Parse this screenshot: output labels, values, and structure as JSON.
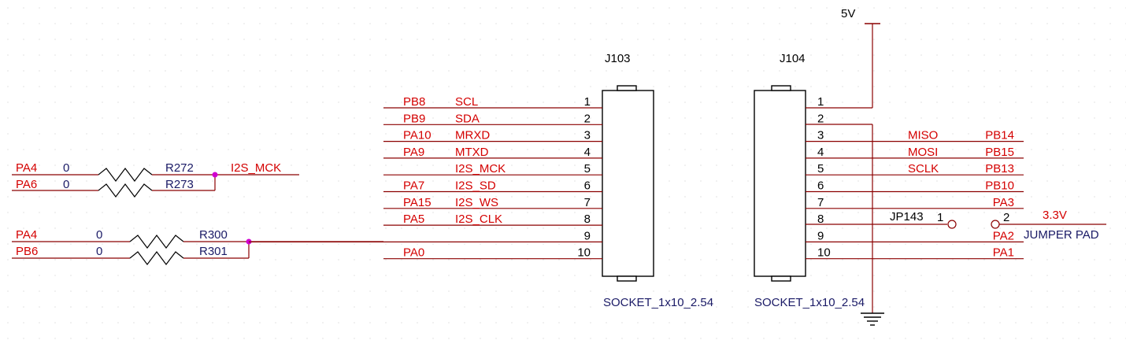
{
  "power": {
    "vcc": "5V",
    "v33": "3.3V"
  },
  "j103": {
    "ref": "J103",
    "footprint": "SOCKET_1x10_2.54",
    "pins": [
      {
        "num": "1",
        "net": "PB8",
        "func": "SCL"
      },
      {
        "num": "2",
        "net": "PB9",
        "func": "SDA"
      },
      {
        "num": "3",
        "net": "PA10",
        "func": "MRXD"
      },
      {
        "num": "4",
        "net": "PA9",
        "func": "MTXD"
      },
      {
        "num": "5",
        "net": "",
        "func": "I2S_MCK"
      },
      {
        "num": "6",
        "net": "PA7",
        "func": "I2S_SD"
      },
      {
        "num": "7",
        "net": "PA15",
        "func": "I2S_WS"
      },
      {
        "num": "8",
        "net": "PA5",
        "func": "I2S_CLK"
      },
      {
        "num": "9",
        "net": "",
        "func": ""
      },
      {
        "num": "10",
        "net": "PA0",
        "func": ""
      }
    ]
  },
  "j104": {
    "ref": "J104",
    "footprint": "SOCKET_1x10_2.54",
    "pins": [
      {
        "num": "1",
        "net": "",
        "func": ""
      },
      {
        "num": "2",
        "net": "",
        "func": ""
      },
      {
        "num": "3",
        "net": "PB14",
        "func": "MISO"
      },
      {
        "num": "4",
        "net": "PB15",
        "func": "MOSI"
      },
      {
        "num": "5",
        "net": "PB13",
        "func": "SCLK"
      },
      {
        "num": "6",
        "net": "PB10",
        "func": ""
      },
      {
        "num": "7",
        "net": "PA3",
        "func": ""
      },
      {
        "num": "8",
        "net": "",
        "func": ""
      },
      {
        "num": "9",
        "net": "PA2",
        "func": ""
      },
      {
        "num": "10",
        "net": "PA1",
        "func": ""
      }
    ]
  },
  "resistors": {
    "r272": {
      "ref": "R272",
      "net": "PA4",
      "value": "0"
    },
    "r273": {
      "ref": "R273",
      "net": "PA6",
      "value": "0"
    },
    "r300": {
      "ref": "R300",
      "net": "PA4",
      "value": "0"
    },
    "r301": {
      "ref": "R301",
      "net": "PB6",
      "value": "0"
    },
    "mck_net": "I2S_MCK"
  },
  "jumper": {
    "ref": "JP143",
    "pin1": "1",
    "pin2": "2",
    "label": "JUMPER PAD"
  }
}
